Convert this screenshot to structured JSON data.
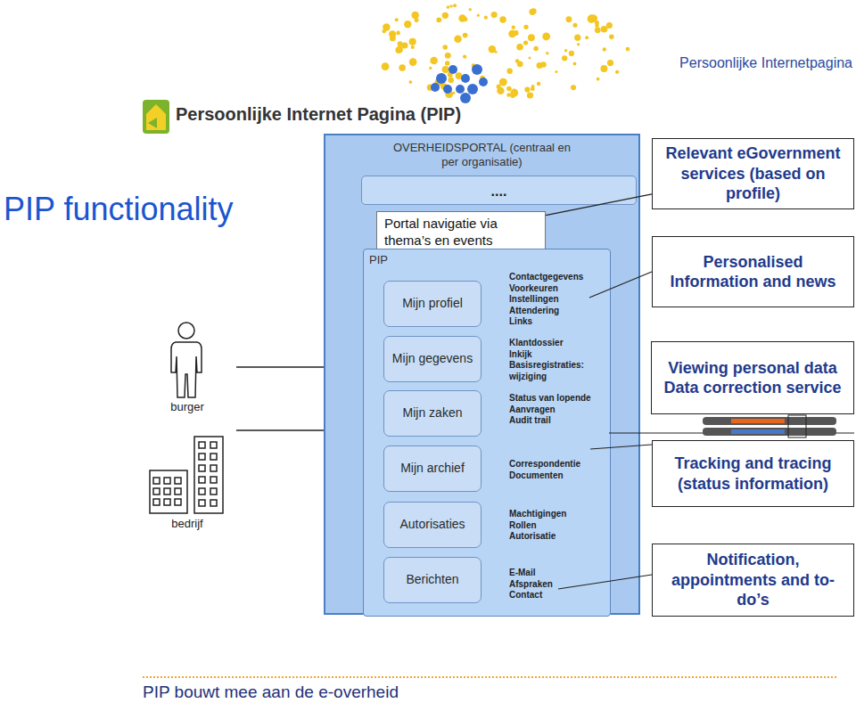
{
  "diagram": {
    "title": "PIP functionality",
    "nodes": [
      {
        "text": [
          "OVERHEIDSPORTAL (centraal en per organisatie)"
        ]
      },
      {
        "text": [
          "...."
        ],
        "in": 0
      },
      {
        "text": [
          "Portal navigatie via thema’s en events"
        ],
        "in": 0
      },
      {
        "text": [
          "PIP"
        ],
        "in": 0
      },
      {
        "text": [
          "Mijn profiel"
        ],
        "in": 3
      },
      {
        "text": [
          "Mijn gegevens"
        ],
        "in": 3
      },
      {
        "text": [
          "Mijn zaken"
        ],
        "in": 3
      },
      {
        "text": [
          "Mijn archief"
        ],
        "in": 3
      },
      {
        "text": [
          "Autorisaties"
        ],
        "in": 3
      },
      {
        "text": [
          "Berichten"
        ],
        "in": 3
      },
      {
        "text": [
          "Relevant eGovernment services (based on profile)"
        ]
      },
      {
        "text": [
          "Personalised Information and news"
        ]
      },
      {
        "text": [
          "Viewing personal data Data correction service"
        ]
      },
      {
        "text": [
          "Tracking and tracing (status information)"
        ]
      },
      {
        "text": [
          "Notification, appointments and to-do’s"
        ]
      }
    ],
    "edges": [
      {
        "from": 10,
        "to": 2,
        "arrow": "none"
      }
    ],
    "labels": [
      "Persoonlijke Internetpagina",
      "Persoonlijke Internet Pagina (PIP)",
      "burger",
      "bedrijf",
      "Contactgegevens",
      "Voorkeuren",
      "Instellingen",
      "Attendering",
      "Links",
      "Klantdossier",
      "Inkijk",
      "Basisregistraties: wijziging",
      "Status van lopende",
      "Aanvragen",
      "Audit trail",
      "Correspondentie",
      "Documenten",
      "Machtigingen",
      "Rollen",
      "Autorisatie",
      "E-Mail",
      "Afspraken",
      "Contact",
      "PIP bouwt mee aan de e-overheid"
    ]
  }
}
